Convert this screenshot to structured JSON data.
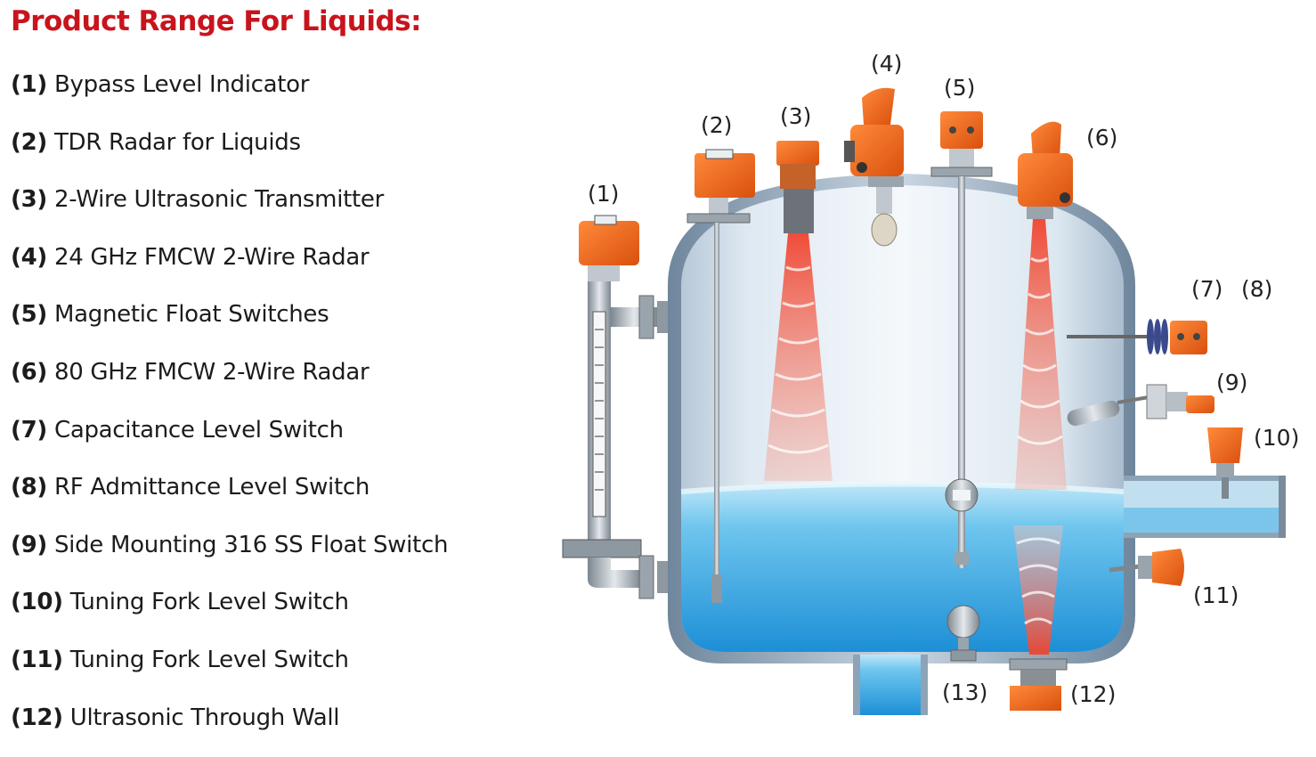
{
  "title": "Product Range For Liquids:",
  "items": [
    {
      "num": "(1)",
      "label": "Bypass Level Indicator"
    },
    {
      "num": "(2)",
      "label": "TDR Radar for Liquids"
    },
    {
      "num": "(3)",
      "label": "2-Wire Ultrasonic Transmitter"
    },
    {
      "num": "(4)",
      "label": "24 GHz FMCW 2-Wire Radar"
    },
    {
      "num": "(5)",
      "label": "Magnetic Float Switches"
    },
    {
      "num": "(6)",
      "label": "80 GHz FMCW 2-Wire Radar"
    },
    {
      "num": "(7)",
      "label": "Capacitance Level Switch"
    },
    {
      "num": "(8)",
      "label": "RF Admittance Level Switch"
    },
    {
      "num": "(9)",
      "label": "Side Mounting 316 SS Float Switch"
    },
    {
      "num": "(10)",
      "label": "Tuning Fork Level Switch"
    },
    {
      "num": "(11)",
      "label": "Tuning Fork Level Switch"
    },
    {
      "num": "(12)",
      "label": "Ultrasonic Through Wall"
    }
  ],
  "callouts": {
    "c1": "(1)",
    "c2": "(2)",
    "c3": "(3)",
    "c4": "(4)",
    "c5": "(5)",
    "c6": "(6)",
    "c7": "(7)",
    "c8": "(8)",
    "c9": "(9)",
    "c10": "(10)",
    "c11": "(11)",
    "c12": "(12)",
    "c13": "(13)"
  },
  "colors": {
    "title": "#c8141c",
    "instrument_orange": "#f26a1b",
    "liquid_blue": "#3fb0e6",
    "beam_red": "#f04a3c",
    "steel": "#a9b3bc"
  }
}
